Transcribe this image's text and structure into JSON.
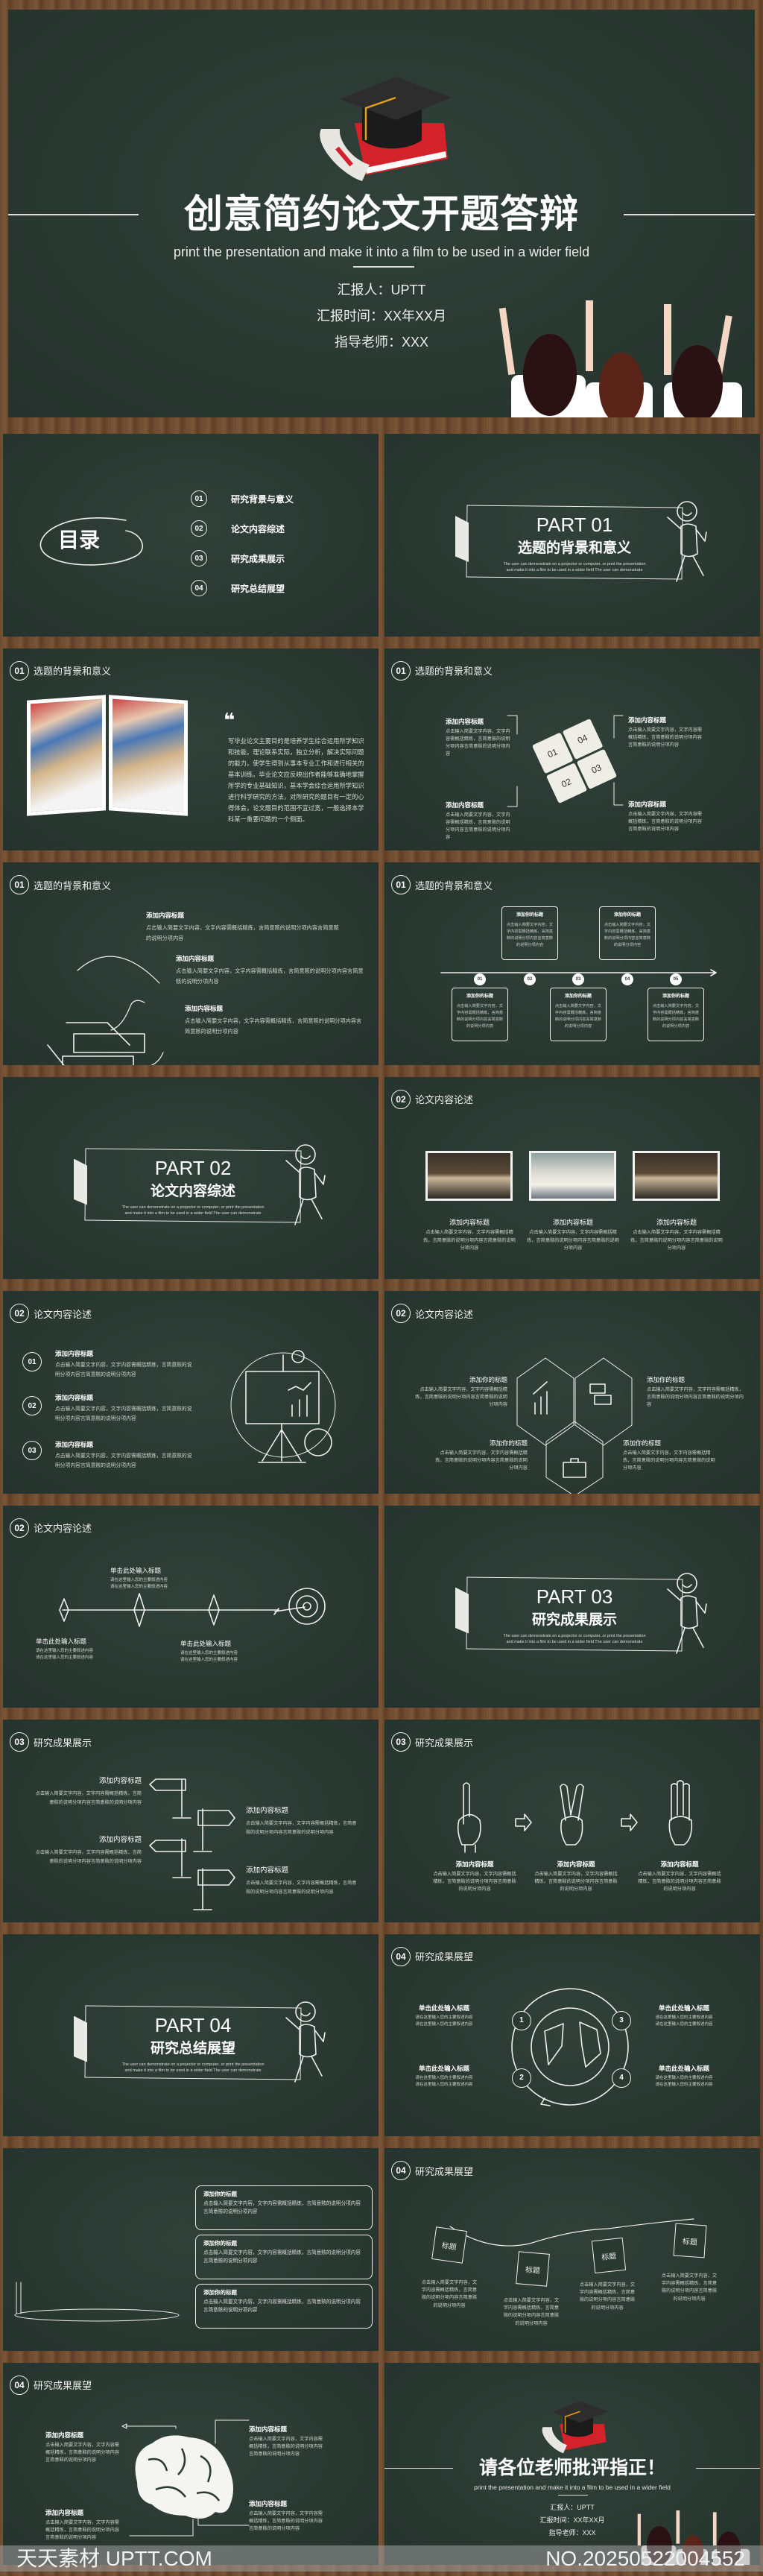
{
  "cover": {
    "title": "创意简约论文开题答辩",
    "subtitle": "print the presentation and make it into a film to be used in a wider field",
    "reporter": "汇报人：UPTT",
    "time": "汇报时间：XX年XX月",
    "advisor": "指导老师：XXX"
  },
  "toc": {
    "title": "目录",
    "items": [
      {
        "num": "01",
        "label": "研究背景与意义"
      },
      {
        "num": "02",
        "label": "论文内容综述"
      },
      {
        "num": "03",
        "label": "研究成果展示"
      },
      {
        "num": "04",
        "label": "研究总结展望"
      }
    ]
  },
  "parts": [
    {
      "part": "PART 01",
      "title": "选题的背景和意义",
      "desc1": "The user can demonstrate on a projector or computer, or print the presentation",
      "desc2": "and make it into a film to be used in a wider field The user can demonstrate"
    },
    {
      "part": "PART 02",
      "title": "论文内容综述",
      "desc1": "The user can demonstrate on a projector or computer, or print the presentation",
      "desc2": "and make it into a film to be used in a wider field The user can demonstrate"
    },
    {
      "part": "PART 03",
      "title": "研究成果展示",
      "desc1": "The user can demonstrate on a projector or computer, or print the presentation",
      "desc2": "and make it into a film to be used in a wider field The user can demonstrate"
    },
    {
      "part": "PART 04",
      "title": "研究总结展望",
      "desc1": "The user can demonstrate on a projector or computer, or print the presentation",
      "desc2": "and make it into a film to be used in a wider field The user can demonstrate"
    }
  ],
  "sections": {
    "s1": {
      "num": "01",
      "title": "选题的背景和意义"
    },
    "s2": {
      "num": "02",
      "title": "论文内容论述"
    },
    "s3": {
      "num": "03",
      "title": "研究成果展示"
    },
    "s4": {
      "num": "04",
      "title": "研究成果展望"
    }
  },
  "quote": {
    "mark": "❝",
    "text": "写毕业论文主要目的是培养学生综合运用所学知识和技能，理论联系实际，独立分析，解决实际问题的能力，使学生得到从事本专业工作和进行相关的基本训练。毕业论文应反映出作者能够准确地掌握所学的专业基础知识，基本学会综合运用所学知识进行科学研究的方法，对所研究的题目有一定的心得体会，论文题目的范围不宜过宽，一般选择本学科某一重要问题的一个侧面。"
  },
  "puzzle": {
    "pieces": [
      "01",
      "04",
      "02",
      "03"
    ],
    "items": [
      {
        "title": "添加内容标题",
        "body": "点击输入简要文字内容，文字内容需概括精炼，言简意赅的说明分项内容言简意赅的说明分项内容"
      },
      {
        "title": "添加内容标题",
        "body": "点击输入简要文字内容，文字内容需概括精炼，言简意赅的说明分项内容言简意赅的说明分项内容"
      },
      {
        "title": "添加内容标题",
        "body": "点击输入简要文字内容，文字内容需概括精炼，言简意赅的说明分项内容言简意赅的说明分项内容"
      },
      {
        "title": "添加内容标题",
        "body": "点击输入简要文字内容，文字内容需概括精炼，言简意赅的说明分项内容言简意赅的说明分项内容"
      }
    ]
  },
  "books": {
    "items": [
      {
        "title": "添加内容标题",
        "body": "点击输入简要文字内容，文字内容需概括精炼，言简意赅的说明分项内容言简意赅的说明分项内容"
      },
      {
        "title": "添加内容标题",
        "body": "点击输入简要文字内容，文字内容需概括精炼，言简意赅的说明分项内容言简意赅的说明分项内容"
      },
      {
        "title": "添加内容标题",
        "body": "点击输入简要文字内容，文字内容需概括精炼，言简意赅的说明分项内容言简意赅的说明分项内容"
      }
    ]
  },
  "timeline": {
    "nodes": [
      "01",
      "02",
      "03",
      "04",
      "05"
    ],
    "items": [
      {
        "title": "添加你的标题",
        "body": "点击输入简要文字内容，文字内容需概括精炼，言简意赅的说明分项内容言简意赅的说明分项内容"
      },
      {
        "title": "添加你的标题",
        "body": "点击输入简要文字内容，文字内容需概括精炼，言简意赅的说明分项内容言简意赅的说明分项内容"
      },
      {
        "title": "添加你的标题",
        "body": "点击输入简要文字内容，文字内容需概括精炼，言简意赅的说明分项内容言简意赅的说明分项内容"
      },
      {
        "title": "添加你的标题",
        "body": "点击输入简要文字内容，文字内容需概括精炼，言简意赅的说明分项内容言简意赅的说明分项内容"
      },
      {
        "title": "添加你的标题",
        "body": "点击输入简要文字内容，文字内容需概括精炼，言简意赅的说明分项内容言简意赅的说明分项内容"
      }
    ]
  },
  "photos": {
    "items": [
      {
        "title": "添加内容标题",
        "body": "点击输入简要文字内容，文字内容需概括精炼，言简意赅的说明分项内容言简意赅的说明分项内容"
      },
      {
        "title": "添加内容标题",
        "body": "点击输入简要文字内容，文字内容需概括精炼，言简意赅的说明分项内容言简意赅的说明分项内容"
      },
      {
        "title": "添加内容标题",
        "body": "点击输入简要文字内容，文字内容需概括精炼，言简意赅的说明分项内容言简意赅的说明分项内容"
      }
    ]
  },
  "numlist": {
    "items": [
      {
        "num": "01",
        "title": "添加内容标题",
        "body": "点击输入简要文字内容，文字内容需概括精炼，言简意赅的说明分项内容言简意赅的说明分项内容"
      },
      {
        "num": "02",
        "title": "添加内容标题",
        "body": "点击输入简要文字内容，文字内容需概括精炼，言简意赅的说明分项内容言简意赅的说明分项内容"
      },
      {
        "num": "03",
        "title": "添加内容标题",
        "body": "点击输入简要文字内容，文字内容需概括精炼，言简意赅的说明分项内容言简意赅的说明分项内容"
      }
    ]
  },
  "hexes": {
    "items": [
      {
        "title": "添加你的标题",
        "body": "点击输入简要文字内容，文字内容需概括精炼，言简意赅的说明分项内容言简意赅的说明分项内容"
      },
      {
        "title": "添加你的标题",
        "body": "点击输入简要文字内容，文字内容需概括精炼，言简意赅的说明分项内容言简意赅的说明分项内容"
      },
      {
        "title": "添加你的标题",
        "body": "点击输入简要文字内容，文字内容需概括精炼，言简意赅的说明分项内容言简意赅的说明分项内容"
      },
      {
        "title": "添加你的标题",
        "body": "点击输入简要文字内容，文字内容需概括精炼，言简意赅的说明分项内容言简意赅的说明分项内容"
      }
    ]
  },
  "target": {
    "items": [
      {
        "title": "单击此处输入标题",
        "line1": "请在这里输入您的主要叙述内容",
        "line2": "请在这里输入您的主要叙述内容"
      },
      {
        "title": "单击此处输入标题",
        "line1": "请在这里输入您的主要叙述内容",
        "line2": "请在这里输入您的主要叙述内容"
      },
      {
        "title": "单击此处输入标题",
        "line1": "请在这里输入您的主要叙述内容",
        "line2": "请在这里输入您的主要叙述内容"
      }
    ]
  },
  "signs": {
    "items": [
      {
        "title": "添加内容标题",
        "body": "点击输入简要文字内容，文字内容需概括精炼，言简意赅的说明分项内容言简意赅的说明分项内容"
      },
      {
        "title": "添加内容标题",
        "body": "点击输入简要文字内容，文字内容需概括精炼，言简意赅的说明分项内容言简意赅的说明分项内容"
      },
      {
        "title": "添加内容标题",
        "body": "点击输入简要文字内容，文字内容需概括精炼，言简意赅的说明分项内容言简意赅的说明分项内容"
      },
      {
        "title": "添加内容标题",
        "body": "点击输入简要文字内容，文字内容需概括精炼，言简意赅的说明分项内容言简意赅的说明分项内容"
      }
    ]
  },
  "hands": {
    "items": [
      {
        "title": "添加内容标题",
        "body": "点击输入简要文字内容，文字内容需概括精炼，言简意赅的说明分项内容言简意赅的说明分项内容"
      },
      {
        "title": "添加内容标题",
        "body": "点击输入简要文字内容，文字内容需概括精炼，言简意赅的说明分项内容言简意赅的说明分项内容"
      },
      {
        "title": "添加内容标题",
        "body": "点击输入简要文字内容，文字内容需概括精炼，言简意赅的说明分项内容言简意赅的说明分项内容"
      }
    ]
  },
  "globe": {
    "nums": [
      "1",
      "2",
      "3",
      "4"
    ],
    "items": [
      {
        "title": "单击此处输入标题",
        "line1": "请在这里输入您的主要叙述内容",
        "line2": "请在这里输入您的主要叙述内容"
      },
      {
        "title": "单击此处输入标题",
        "line1": "请在这里输入您的主要叙述内容",
        "line2": "请在这里输入您的主要叙述内容"
      },
      {
        "title": "单击此处输入标题",
        "line1": "请在这里输入您的主要叙述内容",
        "line2": "请在这里输入您的主要叙述内容"
      },
      {
        "title": "单击此处输入标题",
        "line1": "请在这里输入您的主要叙述内容",
        "line2": "请在这里输入您的主要叙述内容"
      }
    ]
  },
  "boxes": {
    "items": [
      {
        "title": "添加你的标题",
        "body": "点击输入简要文字内容，文字内容需概括精炼，言简意赅的说明分项内容言简意赅的说明分项内容"
      },
      {
        "title": "添加你的标题",
        "body": "点击输入简要文字内容，文字内容需概括精炼，言简意赅的说明分项内容言简意赅的说明分项内容"
      },
      {
        "title": "添加你的标题",
        "body": "点击输入简要文字内容，文字内容需概括精炼，言简意赅的说明分项内容言简意赅的说明分项内容"
      }
    ]
  },
  "notes": {
    "items": [
      {
        "label": "标题",
        "body": "点击输入简要文字内容，文字内容需概括精炼，言简意赅的说明分项内容言简意赅的说明分项内容"
      },
      {
        "label": "标题",
        "body": "点击输入简要文字内容，文字内容需概括精炼，言简意赅的说明分项内容言简意赅的说明分项内容"
      },
      {
        "label": "标题",
        "body": "点击输入简要文字内容，文字内容需概括精炼，言简意赅的说明分项内容言简意赅的说明分项内容"
      },
      {
        "label": "标题",
        "body": "点击输入简要文字内容，文字内容需概括精炼，言简意赅的说明分项内容言简意赅的说明分项内容"
      }
    ]
  },
  "brain": {
    "items": [
      {
        "title": "添加内容标题",
        "body": "点击输入简要文字内容，文字内容需概括精炼，言简意赅的说明分项内容言简意赅的说明分项内容"
      },
      {
        "title": "添加内容标题",
        "body": "点击输入简要文字内容，文字内容需概括精炼，言简意赅的说明分项内容言简意赅的说明分项内容"
      },
      {
        "title": "添加内容标题",
        "body": "点击输入简要文字内容，文字内容需概括精炼，言简意赅的说明分项内容言简意赅的说明分项内容"
      },
      {
        "title": "添加内容标题",
        "body": "点击输入简要文字内容，文字内容需概括精炼，言简意赅的说明分项内容言简意赅的说明分项内容"
      }
    ]
  },
  "thanks": {
    "title": "请各位老师批评指正！",
    "subtitle": "print the presentation and make it into a film to be used in a wider field",
    "reporter": "汇报人：UPTT",
    "time": "汇报时间：XX年XX月",
    "advisor": "指导老师：XXX"
  },
  "watermark": {
    "left": "天天素材 UPTT.COM",
    "right": "NO.20250522004552"
  }
}
